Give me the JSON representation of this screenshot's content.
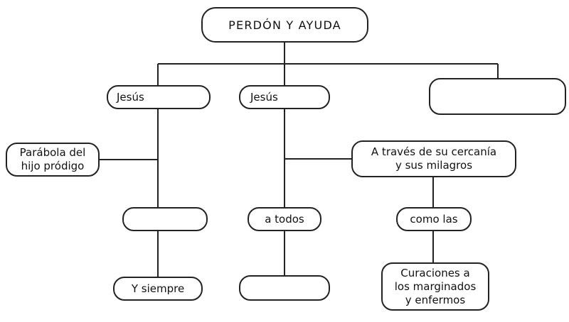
{
  "diagram": {
    "title": "PERDÓN Y AYUDA",
    "nodes": {
      "jesus_left": "Jesús",
      "jesus_center": "Jesús",
      "blank_top_right": "",
      "parabola": "Parábola del\nhijo pródigo",
      "cercania": "A través de su cercanía\ny sus milagros",
      "blank_left_mid": "",
      "a_todos": "a todos",
      "como_las": "como las",
      "y_siempre": "Y siempre",
      "blank_center_bottom": "",
      "curaciones": "Curaciones a\nlos marginados\ny enfermos"
    }
  }
}
